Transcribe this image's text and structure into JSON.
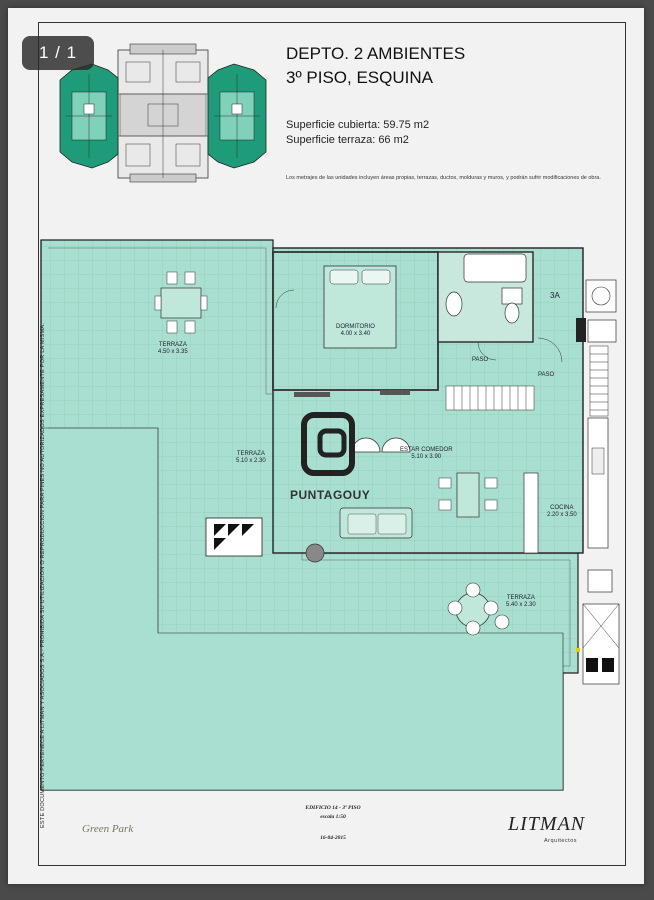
{
  "viewer": {
    "page_counter": "1 / 1"
  },
  "header": {
    "title_line1": "DEPTO. 2 AMBIENTES",
    "title_line2": "3º PISO, ESQUINA",
    "area_covered": "Superficie cubierta: 59.75 m2",
    "area_terrace": "Superficie terraza: 66 m2",
    "disclaimer": "Los metrajes de las unidades incluyen áreas propias, terrazas, ductos, molduras y muros, y podrán sufrir modificaciones de obra."
  },
  "side_note": "ESTE DOCUMENTO PERTENECE A LITMAN Y ASOCIADOS S.A.- PROHIBIDA SU UTILIZACION O REPRODUCCION PARA FINES NO AUTORIZADOS EXPRESAMENTE POR LA MISMA.",
  "rooms": {
    "terraza1": {
      "name": "TERRAZA",
      "dims": "4.50 x 3.35"
    },
    "terraza2": {
      "name": "TERRAZA",
      "dims": "5.10 x 2.30"
    },
    "terraza3": {
      "name": "TERRAZA",
      "dims": "5.40 x 2.30"
    },
    "dormitorio": {
      "name": "DORMITORIO",
      "dims": "4.00 x 3.40"
    },
    "estar": {
      "name": "ESTAR COMEDOR",
      "dims": "5.10 x 3.90"
    },
    "cocina": {
      "name": "COCINA",
      "dims": "2.20 x 3.50"
    },
    "paso1": "PASO",
    "paso2": "PASO",
    "unit_code": "3A"
  },
  "watermark": "PUNTAGOUY",
  "footer": {
    "building": "EDIFICIO 14 - 3º PISO",
    "scale": "escala 1:50",
    "date": "16-04-2015",
    "brand_left": "Green Park",
    "brand_right": "LITMAN",
    "brand_right_sub": "Arquitectos"
  },
  "colors": {
    "floor": "#a9dfd0",
    "grid": "#86c2b1",
    "wall": "#333333",
    "key_green": "#1e9b78"
  }
}
